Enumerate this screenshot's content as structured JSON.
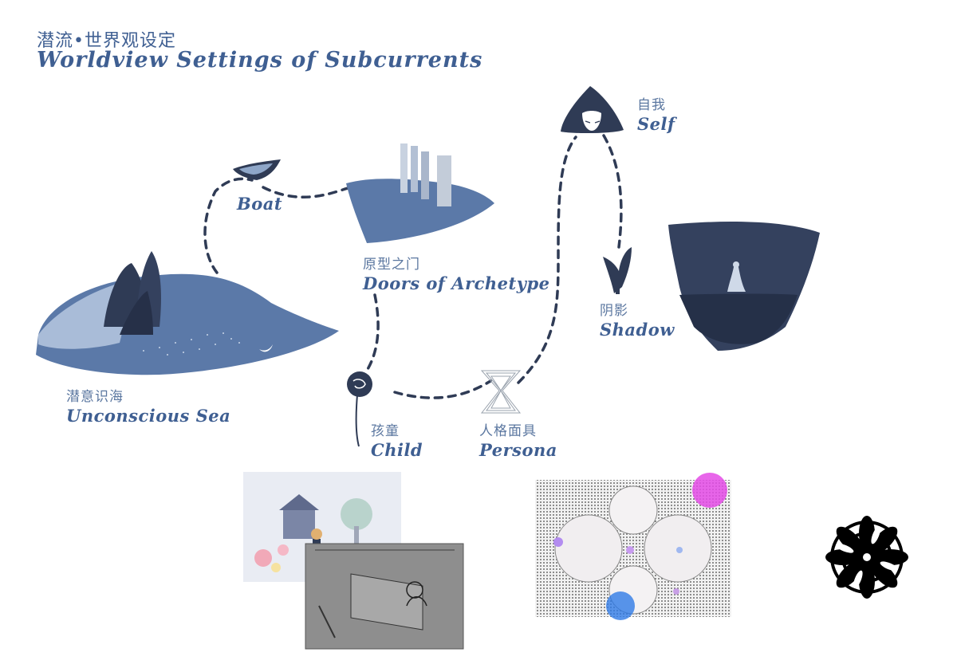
{
  "header": {
    "title_cn": "潜流•世界观设定",
    "title_en": "Worldview Settings of Subcurrents"
  },
  "nodes": {
    "sea": {
      "cn": "潜意识海",
      "en": "Unconscious Sea"
    },
    "boat": {
      "en": "Boat"
    },
    "archetype": {
      "cn": "原型之门",
      "en": "Doors of Archetype"
    },
    "child": {
      "cn": "孩童",
      "en": "Child"
    },
    "persona": {
      "cn": "人格面具",
      "en": "Persona"
    },
    "shadow": {
      "cn": "阴影",
      "en": "Shadow"
    },
    "self": {
      "cn": "自我",
      "en": "Self"
    }
  },
  "colors": {
    "accent": "#3f5f92",
    "sea": "#5b79a8",
    "dark": "#2f3b55"
  }
}
